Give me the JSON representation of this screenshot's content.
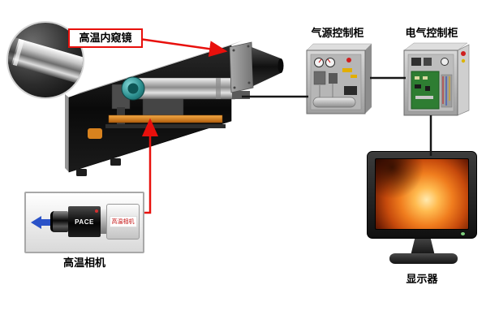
{
  "callouts": {
    "endoscope": {
      "label": "高温内窥镜"
    },
    "camera": {
      "caption": "高温相机"
    }
  },
  "cabinets": {
    "air": {
      "label": "气源控制柜"
    },
    "electric": {
      "label": "电气控制柜"
    }
  },
  "monitor": {
    "label": "显示器"
  },
  "camera_inset": {
    "brand": "PACE",
    "body_label": "高温相机"
  },
  "icons": {
    "camera_direction_arrow": "left-arrow",
    "callout_pointers": "red-arrow"
  },
  "colors": {
    "callout_red": "#e8100c",
    "connector_black": "#161616",
    "direction_arrow_blue": "#2a52c8",
    "rail_orange": "#e08020",
    "teal_endcap": "#2c8f8f",
    "pcb_green": "#2e7d32",
    "furnace_orange": "#f07d1e"
  }
}
